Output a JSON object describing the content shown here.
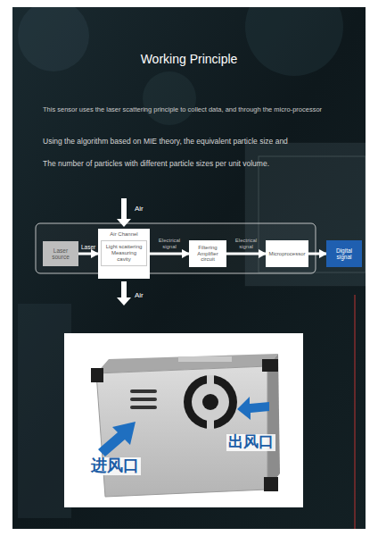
{
  "diagram": {
    "title": "Working Principle",
    "nodes": [
      {
        "text": [
          "Laser source"
        ]
      },
      {
        "text": [
          "Air Channel"
        ]
      },
      {
        "text": [
          "Light scattering Measuring cavity"
        ],
        "in": 1
      },
      {
        "text": [
          "Filtering Amplifier circuit"
        ]
      },
      {
        "text": [
          "Microprocessor"
        ]
      },
      {
        "text": [
          "Digital signal"
        ]
      }
    ],
    "edges": [
      {
        "from": 0,
        "to": 1,
        "arrow": "to",
        "label": "Laser"
      },
      {
        "from": 1,
        "to": 3,
        "arrow": "to",
        "label": "Electrical signal"
      },
      {
        "from": 3,
        "to": 4,
        "arrow": "to",
        "label": "Electrical signal"
      },
      {
        "from": 4,
        "to": 5,
        "arrow": "to"
      }
    ],
    "labels": [
      "This sensor uses the laser scattering principle to collect data, and through the micro-processor",
      "Using the algorithm based on MIE theory, the equivalent particle size and",
      "The number of particles with different particle sizes per unit volume.",
      "Air",
      "Air",
      "进风口",
      "出风口"
    ]
  }
}
